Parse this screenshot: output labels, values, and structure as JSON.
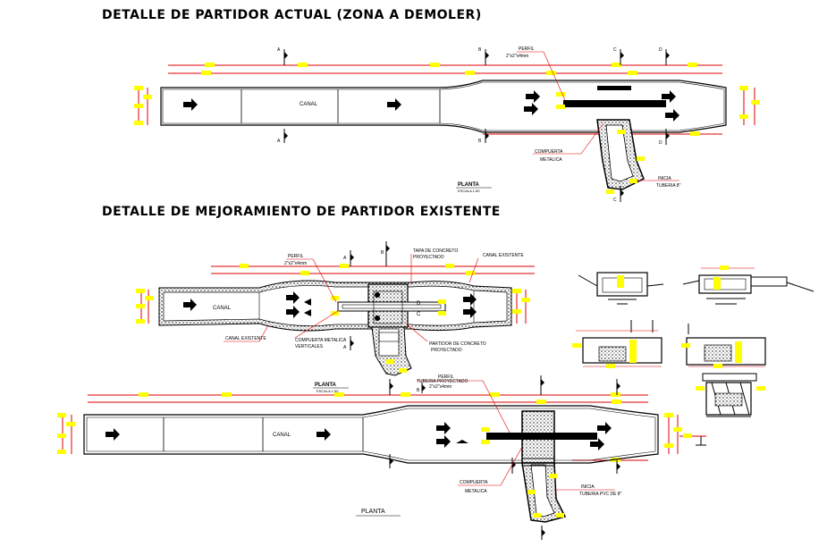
{
  "titles": {
    "top": "DETALLE DE PARTIDOR ACTUAL (ZONA A DEMOLER)",
    "bottom": "DETALLE DE MEJORAMIENTO DE PARTIDOR EXISTENTE"
  },
  "plan1": {
    "canal": "CANAL",
    "perfil": "PERFIL",
    "perfil_dim": "2\"x2\"x4mm",
    "compuerta_1": "COMPUERTA",
    "compuerta_2": "METALICA",
    "inicia": "INICIA",
    "tuberia": "TUBERIA 8\"",
    "planta": "PLANTA",
    "escala": "ESCALA 1:50"
  },
  "plan2": {
    "canal": "CANAL",
    "perfil": "PERFIL",
    "perfil_dim": "2\"x2\"x4mm",
    "tapa_1": "TAPA DE CONCRETO",
    "tapa_2": "PROYECTADO",
    "canal_existente": "CANAL EXISTENTE",
    "canal_existente_2": "CANAL EXISTENTE",
    "compuerta_1": "COMPUERTA METALICA",
    "compuerta_2": "VERTICALES",
    "partidor_1": "PARTIDOR DE CONCRETO",
    "partidor_2": "PROYECTADO",
    "planta": "PLANTA",
    "escala": "ESCALA 1:50"
  },
  "plan3": {
    "canal": "CANAL",
    "perfil": "PERFIL",
    "tuberia_top": "TUBERIA PROYECTADO",
    "dim": "2\"x2\"x4mm",
    "compuerta_1": "COMPUERTA",
    "compuerta_2": "METALICA",
    "inicia": "INICIA",
    "tuberia": "TUBERIA PVC DE 8\"",
    "planta": "PLANTA"
  },
  "section_marks": [
    "A",
    "B",
    "C",
    "D"
  ],
  "colors": {
    "dim_red": "#e00000",
    "tag_yellow": "#ffff00",
    "line": "#000000"
  }
}
